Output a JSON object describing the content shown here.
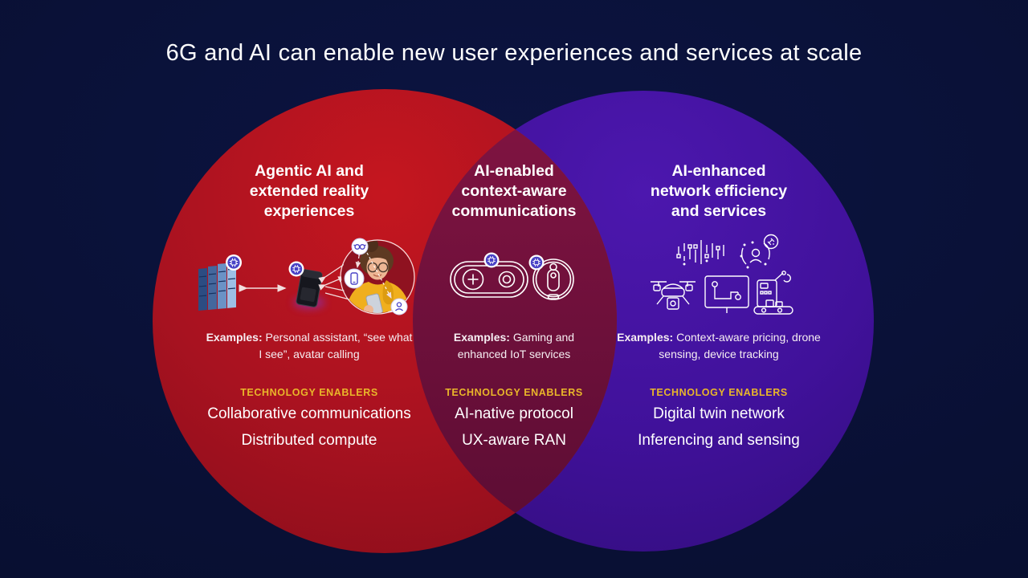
{
  "title": "6G and AI can enable new user experiences and services at scale",
  "colors": {
    "background": "#091034",
    "left_circle": "#ab1220",
    "right_circle": "#41129c",
    "overlap": "#6f0f3d",
    "enablers_gold": "#e9b62a",
    "text": "#ffffff"
  },
  "venn": {
    "left_circle_label": "Agentic AI and extended reality experiences",
    "overlap_label": "AI-enabled context-aware communications",
    "right_circle_label": "AI-enhanced network efficiency and services"
  },
  "sections": [
    {
      "heading": "Agentic AI and\nextended reality\nexperiences",
      "examples_label": "Examples:",
      "examples_text": "Personal assistant, “see what I see”, avatar calling",
      "enablers_label": "TECHNOLOGY ENABLERS",
      "enablers": [
        "Collaborative communications",
        "Distributed compute"
      ],
      "icons": [
        "server-stack-icon",
        "double-arrow-icon",
        "edge-device-icon",
        "avatar-person-icon",
        "ar-glasses-badge-icon",
        "phone-badge-icon",
        "person-badge-icon",
        "ai-chip-badge-icon"
      ]
    },
    {
      "heading": "AI-enabled\ncontext-aware\ncommunications",
      "examples_label": "Examples:",
      "examples_text": "Gaming and enhanced IoT services",
      "enablers_label": "TECHNOLOGY ENABLERS",
      "enablers": [
        "AI-native protocol",
        "UX-aware RAN"
      ],
      "icons": [
        "game-controller-icon",
        "robot-vacuum-icon",
        "ai-chip-badge-icon"
      ]
    },
    {
      "heading": "AI-enhanced\nnetwork efficiency\nand services",
      "examples_label": "Examples:",
      "examples_text": "Context-aware pricing, drone sensing, device tracking",
      "enablers_label": "TECHNOLOGY ENABLERS",
      "enablers": [
        "Digital twin network",
        "Inferencing and sensing"
      ],
      "icons": [
        "signal-data-icon",
        "person-sensing-icon",
        "drone-icon",
        "monitor-tracking-icon",
        "factory-robot-icon"
      ]
    }
  ]
}
